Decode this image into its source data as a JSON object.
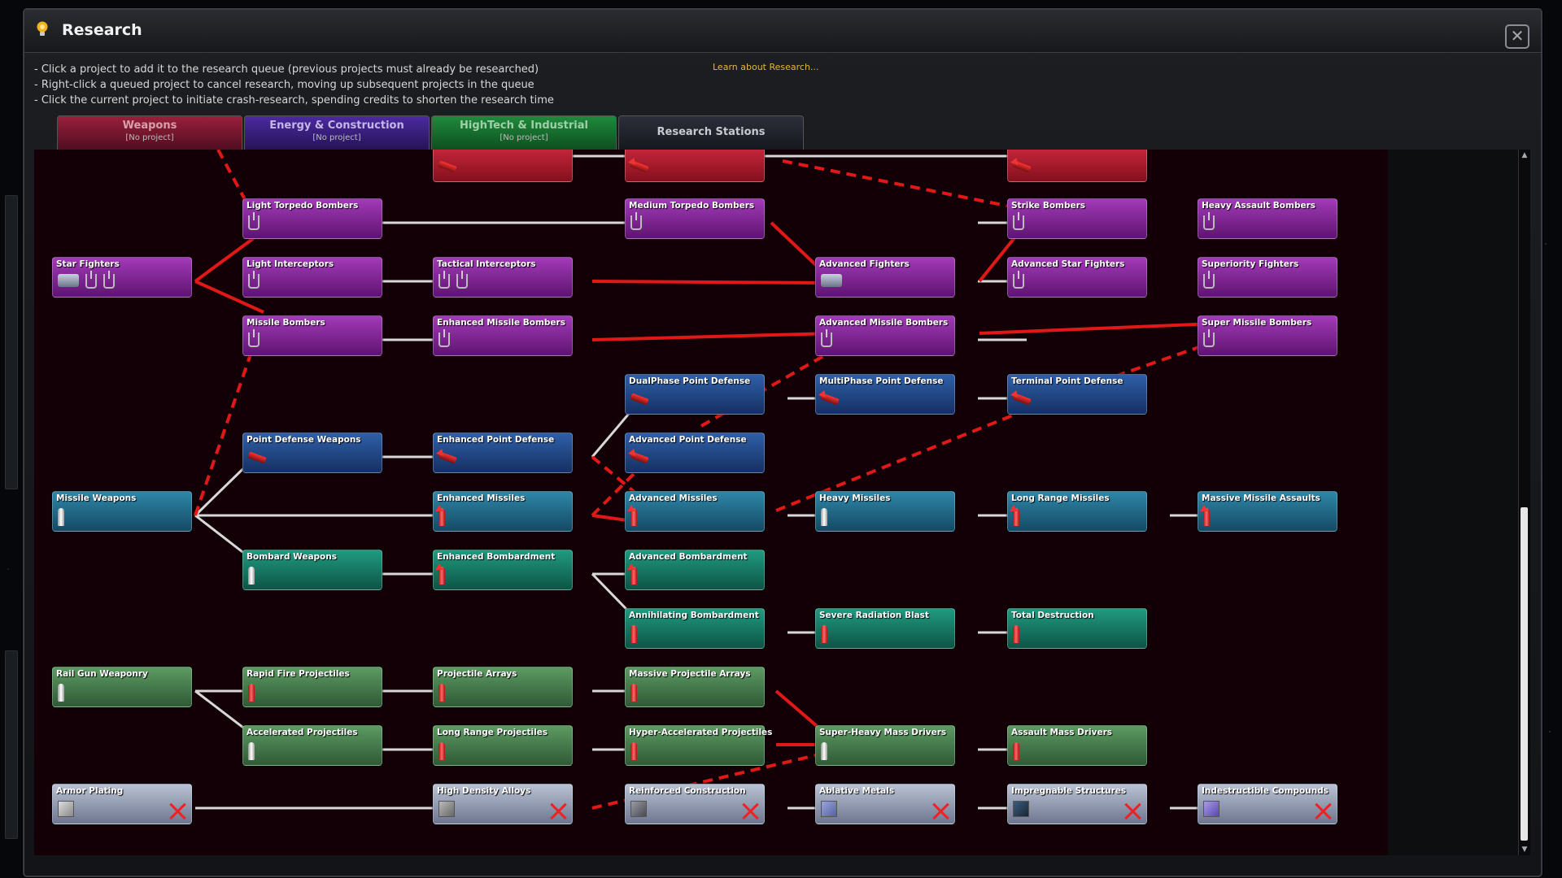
{
  "window": {
    "title": "Research",
    "close_label": "✕",
    "instructions": [
      "- Click a project to add it to the research queue (previous projects must already be researched)",
      "- Right-click a queued project to cancel research, moving up subsequent projects in the queue",
      "- Click the current project to initiate crash-research, spending credits to shorten the research time"
    ],
    "learn_link": "Learn about Research..."
  },
  "tabs": [
    {
      "label": "Weapons",
      "status": "[No project]"
    },
    {
      "label": "Energy & Construction",
      "status": "[No project]"
    },
    {
      "label": "HighTech & Industrial",
      "status": "[No project]"
    },
    {
      "label": "Research Stations",
      "status": ""
    }
  ],
  "colors": {
    "link_researched": "#d8d8d8",
    "link_prerequisite": "#e01818",
    "tree_background": "#130006"
  },
  "nodes": {
    "star_fighters": "Star Fighters",
    "light_torpedo_bombers": "Light Torpedo Bombers",
    "medium_torpedo_bombers": "Medium Torpedo Bombers",
    "strike_bombers": "Strike Bombers",
    "heavy_assault_bombers": "Heavy Assault Bombers",
    "light_interceptors": "Light Interceptors",
    "tactical_interceptors": "Tactical Interceptors",
    "advanced_fighters": "Advanced Fighters",
    "advanced_star_fighters": "Advanced Star Fighters",
    "superiority_fighters": "Superiority Fighters",
    "missile_bombers": "Missile Bombers",
    "enhanced_missile_bombers": "Enhanced Missile Bombers",
    "advanced_missile_bombers": "Advanced Missile Bombers",
    "super_missile_bombers": "Super Missile Bombers",
    "dualphase_pd": "DualPhase Point Defense",
    "multiphase_pd": "MultiPhase Point Defense",
    "terminal_pd": "Terminal Point Defense",
    "point_defense_weapons": "Point Defense Weapons",
    "enhanced_pd": "Enhanced Point Defense",
    "advanced_pd": "Advanced Point Defense",
    "missile_weapons": "Missile Weapons",
    "enhanced_missiles": "Enhanced Missiles",
    "advanced_missiles": "Advanced Missiles",
    "heavy_missiles": "Heavy Missiles",
    "long_range_missiles": "Long Range Missiles",
    "massive_missile_assaults": "Massive Missile Assaults",
    "bombard_weapons": "Bombard Weapons",
    "enhanced_bombardment": "Enhanced Bombardment",
    "advanced_bombardment": "Advanced Bombardment",
    "annihilating_bombardment": "Annihilating Bombardment",
    "severe_radiation_blast": "Severe Radiation Blast",
    "total_destruction": "Total Destruction",
    "rail_gun_weaponry": "Rail Gun Weaponry",
    "rapid_fire_projectiles": "Rapid Fire Projectiles",
    "projectile_arrays": "Projectile Arrays",
    "massive_projectile_arrays": "Massive Projectile Arrays",
    "accelerated_projectiles": "Accelerated Projectiles",
    "long_range_projectiles": "Long Range Projectiles",
    "hyper_accelerated_projectiles": "Hyper-Accelerated Projectiles",
    "super_heavy_mass_drivers": "Super-Heavy Mass Drivers",
    "assault_mass_drivers": "Assault Mass Drivers",
    "armor_plating": "Armor Plating",
    "high_density_alloys": "High Density Alloys",
    "reinforced_construction": "Reinforced Construction",
    "ablative_metals": "Ablative Metals",
    "impregnable_structures": "Impregnable Structures",
    "indestructible_compounds": "Indestructible Compounds"
  }
}
